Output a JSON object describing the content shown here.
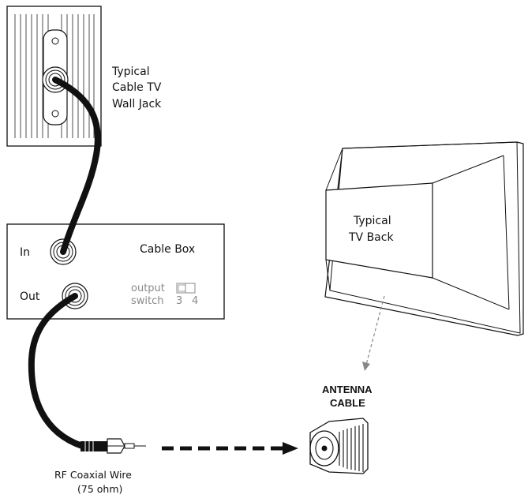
{
  "wall_jack": {
    "label_lines": [
      "Typical",
      "Cable TV",
      "Wall Jack"
    ]
  },
  "cable_box": {
    "title": "Cable Box",
    "in_label": "In",
    "out_label": "Out",
    "switch_label_1": "output",
    "switch_label_2": "switch",
    "switch_positions": [
      "3",
      "4"
    ]
  },
  "tv": {
    "label_lines": [
      "Typical",
      "TV Back"
    ]
  },
  "antenna": {
    "label_lines": [
      "ANTENNA",
      "CABLE"
    ]
  },
  "rf_wire": {
    "label_lines": [
      "RF Coaxial Wire",
      "(75 ohm)"
    ]
  }
}
